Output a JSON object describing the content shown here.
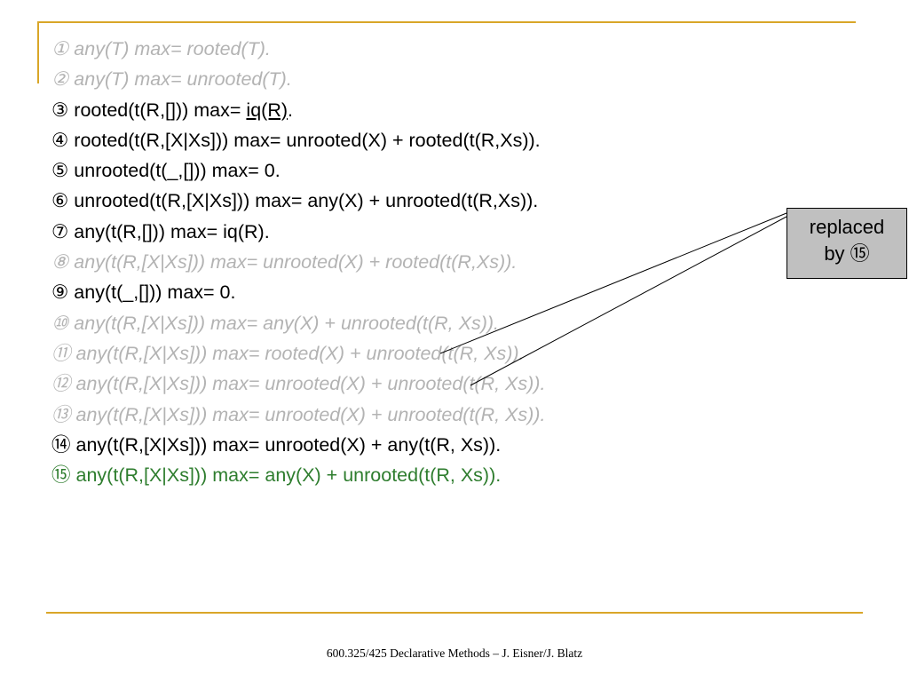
{
  "lines": [
    {
      "num": "①",
      "text": "any(T) max= rooted(T).",
      "style": "faded"
    },
    {
      "num": "②",
      "text": "any(T) max= unrooted(T).",
      "style": "faded"
    },
    {
      "num": "③",
      "pre": "rooted(t(R,[])) max= ",
      "under": "iq(R)",
      "post": ".",
      "style": "normal"
    },
    {
      "num": "④",
      "text": "rooted(t(R,[X|Xs])) max= unrooted(X) + rooted(t(R,Xs)).",
      "style": "normal"
    },
    {
      "num": "⑤",
      "text": "unrooted(t(_,[])) max= 0.",
      "style": "normal"
    },
    {
      "num": "⑥",
      "text": "unrooted(t(R,[X|Xs])) max= any(X) + unrooted(t(R,Xs)).",
      "style": "normal"
    },
    {
      "num": "⑦",
      "text": "any(t(R,[])) max= iq(R).",
      "style": "normal"
    },
    {
      "num": "⑧",
      "text": "any(t(R,[X|Xs])) max= unrooted(X) + rooted(t(R,Xs)).",
      "style": "faded"
    },
    {
      "num": "⑨",
      "text": "any(t(_,[])) max= 0.",
      "style": "normal"
    },
    {
      "num": "⑩",
      "text": "any(t(R,[X|Xs])) max= any(X) + unrooted(t(R, Xs)).",
      "style": "faded"
    },
    {
      "num": "⑪",
      "text": "any(t(R,[X|Xs])) max= rooted(X) + unrooted(t(R, Xs)).",
      "style": "faded"
    },
    {
      "num": "⑫",
      "text": "any(t(R,[X|Xs])) max= unrooted(X) + unrooted(t(R, Xs)).",
      "style": "faded"
    },
    {
      "num": "⑬",
      "text": "any(t(R,[X|Xs])) max= unrooted(X) + unrooted(t(R, Xs)).",
      "style": "faded"
    },
    {
      "num": "⑭",
      "text": "any(t(R,[X|Xs])) max= unrooted(X) + any(t(R, Xs)).",
      "style": "normal"
    },
    {
      "num": "⑮",
      "text": "any(t(R,[X|Xs])) max= any(X) + unrooted(t(R, Xs)).",
      "style": "green"
    }
  ],
  "callout": {
    "line1": "replaced",
    "line2": "by ⑮"
  },
  "footer": "600.325/425 Declarative Methods – J. Eisner/J. Blatz",
  "colors": {
    "accent": "#d9a628",
    "faded": "#b3b3b3",
    "green": "#2e7d2e",
    "callout_bg": "#c0c0c0"
  }
}
